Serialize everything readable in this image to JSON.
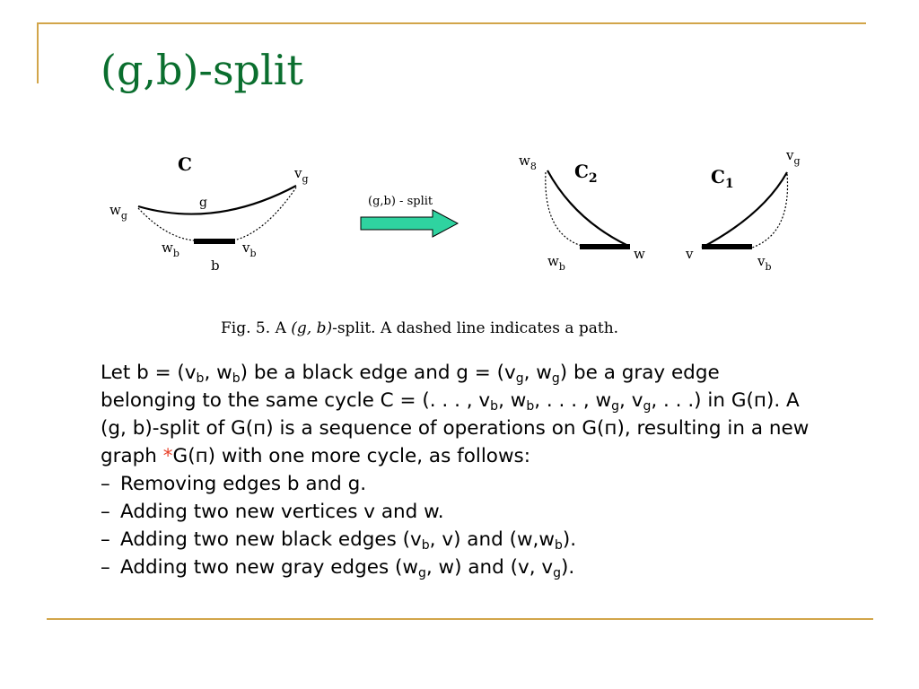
{
  "slide": {
    "title": "(g,b)-split"
  },
  "figure": {
    "left": {
      "cycle_label": "C",
      "v_g": "v",
      "v_g_sub": "g",
      "w_g": "w",
      "w_g_sub": "g",
      "g_label": "g",
      "w_b": "w",
      "w_b_sub": "b",
      "v_b": "v",
      "v_b_sub": "b",
      "b_label": "b"
    },
    "arrow_label": "(g,b) - split",
    "right": {
      "c2": "C",
      "c2_sub": "2",
      "c1": "C",
      "c1_sub": "1",
      "w_8": "w",
      "w_8_sub": "8",
      "v_g": "v",
      "v_g_sub": "g",
      "w_b": "w",
      "w_b_sub": "b",
      "w": "w",
      "v": "v",
      "v_b": "v",
      "v_b_sub": "b"
    },
    "caption": {
      "fig": "Fig. 5.",
      "a": "A",
      "gb": "(g, b)",
      "rest": "-split. A dashed line indicates a path."
    }
  },
  "body": {
    "intro": {
      "t1": "Let b = (v",
      "s1": "b",
      "t2": ", w",
      "s2": "b",
      "t3": ") be a black edge and g = (v",
      "s3": "g",
      "t4": ", w",
      "s4": "g",
      "t5": ") be a gray edge belonging to the same cycle C = (. . . , v",
      "s5": "b",
      "t6": ", w",
      "s6": "b",
      "t7": ", . . . , w",
      "s7": "g",
      "t8": ", v",
      "s8": "g",
      "t9": ", . . .) in G(п). A (g, b)-split of G(п) is a sequence of operations on G(п), resulting in a new graph ",
      "star": "*",
      "t10": "G(п) with one more cycle, as follows:"
    },
    "dash": "–",
    "items": [
      {
        "t1": "Removing edges b and g."
      },
      {
        "t1": "Adding two new vertices v and w."
      },
      {
        "t1": "Adding two new black edges (v",
        "s1": "b",
        "t2": ", v) and (w,w",
        "s2": "b",
        "t3": ")."
      },
      {
        "t1": "Adding two new gray edges (w",
        "s1": "g",
        "t2": ", w) and (v, v",
        "s2": "g",
        "t3": ")."
      }
    ]
  },
  "colors": {
    "title": "#0a6e2e",
    "rule": "#d2a54a",
    "star": "#e8422a",
    "arrow_fill": "#2fd3a0"
  }
}
